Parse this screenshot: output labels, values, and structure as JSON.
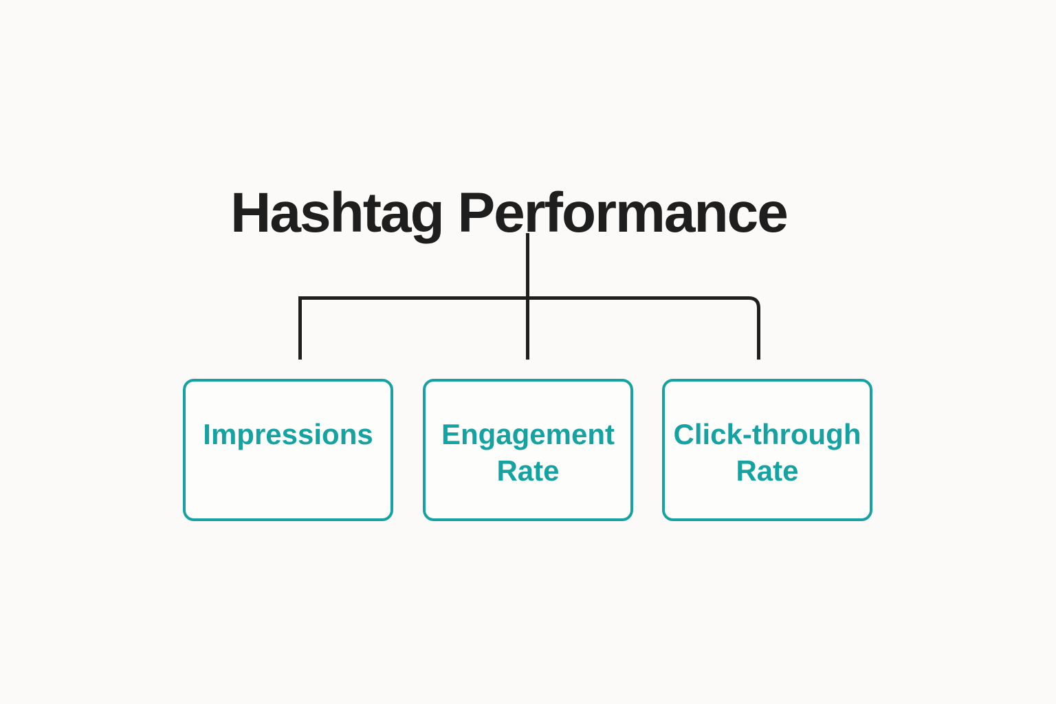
{
  "diagram": {
    "title": "Hashtag Performance",
    "nodes": [
      {
        "id": "impressions",
        "label": "Impressions"
      },
      {
        "id": "engagement",
        "label": "Engagement Rate"
      },
      {
        "id": "clickthrough",
        "label": "Click-through Rate"
      }
    ],
    "colors": {
      "accent_teal": "#17A2A2",
      "line_black": "#1E1E1E",
      "background": "#FBFAF8"
    }
  }
}
